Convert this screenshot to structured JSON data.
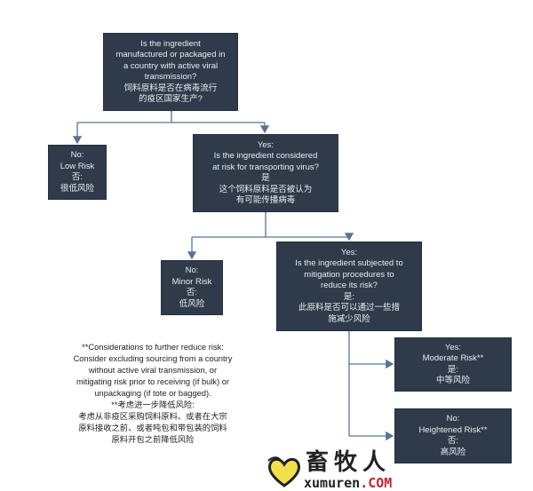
{
  "colors": {
    "box": "#2f3a4a",
    "connector": "#5a7394"
  },
  "nodes": {
    "root": {
      "lines": [
        "Is the ingredient",
        "manufactured or packaged in",
        "a country with active viral",
        "transmission?",
        "饲料原料是否在病毒流行",
        "的疫区国家生产?"
      ]
    },
    "low_risk": {
      "lines": [
        "No:",
        "Low Risk",
        "否:",
        "很低风险"
      ]
    },
    "at_risk": {
      "lines": [
        "Yes:",
        "Is the ingredient considered",
        "at risk for transporting virus?",
        "是",
        "这个饲料原料是否被认为",
        "有可能传播病毒"
      ]
    },
    "minor_risk": {
      "lines": [
        "No:",
        "Minor Risk",
        "否:",
        "低风险"
      ]
    },
    "mitigation": {
      "lines": [
        "Yes:",
        "Is the ingredient subjected to",
        "mitigation procedures to",
        "reduce its risk?",
        "是:",
        "此原料是否可以通过一些措",
        "施减少风险"
      ]
    },
    "moderate_risk": {
      "lines": [
        "Yes:",
        "Moderate Risk**",
        "是:",
        "中等风险"
      ]
    },
    "heightened_risk": {
      "lines": [
        "No:",
        "Heightened Risk**",
        "否:",
        "高风险"
      ]
    }
  },
  "note": {
    "lines": [
      "**Considerations to further reduce risk:",
      "Consider excluding sourcing from a country",
      "without active viral transmission, or",
      "mitigating risk prior to receiving (if bulk) or",
      "unpackaging (if tote or bagged).",
      "**考虑进一步降低风险:",
      "考虑从非疫区采购饲料原料、或者在大宗",
      "原料接收之前、或者吨包和带包装的饲料",
      "原料开包之前降低风险"
    ]
  },
  "watermark": {
    "cn": "畜牧人",
    "en_main": "xumuren",
    "en_tld": ".COM"
  }
}
